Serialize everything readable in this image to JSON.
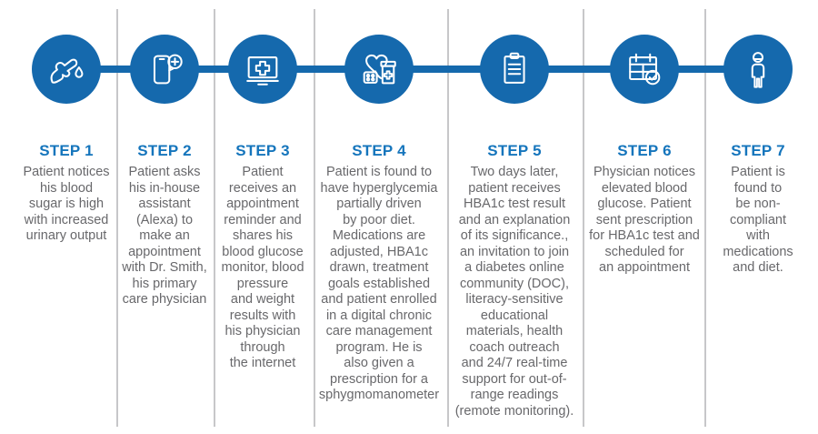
{
  "colors": {
    "accent": "#1569ad",
    "heading": "#1575bc",
    "body": "#68686b",
    "divider": "#c7c7c9"
  },
  "timeline": {
    "steps": [
      {
        "label": "STEP 1",
        "icon": "finger-prick-blood-drop-icon",
        "text": "Patient notices\nhis blood\nsugar is high\nwith increased\nurinary output"
      },
      {
        "label": "STEP 2",
        "icon": "smartphone-plus-bubble-icon",
        "text": "Patient asks\nhis in-house\nassistant\n(Alexa) to\nmake an\nappointment\nwith Dr. Smith,\nhis primary\ncare physician"
      },
      {
        "label": "STEP 3",
        "icon": "computer-medical-cross-icon",
        "text": "Patient\nreceives an\nappointment\nreminder and\nshares his\nblood glucose\nmonitor, blood\npressure\nand weight\nresults with\nhis physician\nthrough\nthe internet"
      },
      {
        "label": "STEP 4",
        "icon": "heart-medications-icon",
        "text": "Patient is found to\nhave hyperglycemia\npartially driven\nby poor diet.\nMedications are\nadjusted, HBA1c\ndrawn, treatment\ngoals established\nand patient enrolled\nin a digital chronic\ncare management\nprogram. He is\nalso given a\nprescription for a\nsphygmomanometer"
      },
      {
        "label": "STEP 5",
        "icon": "clipboard-icon",
        "text": "Two days later,\npatient receives\nHBA1c test result\nand an explanation\nof its significance.,\nan invitation to join\na diabetes online\ncommunity (DOC),\nliteracy-sensitive\neducational\nmaterials, health\ncoach outreach\nand 24/7 real-time\nsupport for out-of-\nrange readings\n(remote monitoring)."
      },
      {
        "label": "STEP 6",
        "icon": "calendar-check-icon",
        "text": "Physician notices\nelevated blood\nglucose. Patient\nsent prescription\nfor HBA1c test and\nscheduled for\nan appointment"
      },
      {
        "label": "STEP 7",
        "icon": "person-icon",
        "text": "Patient is\nfound to\nbe non-\ncompliant\nwith\nmedications\nand diet."
      }
    ]
  }
}
